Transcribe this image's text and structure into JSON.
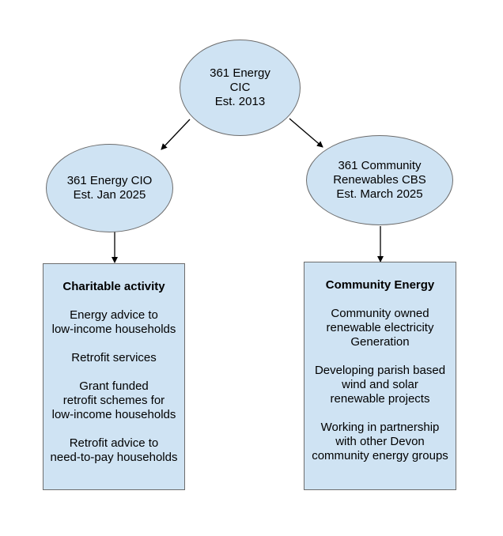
{
  "colors": {
    "node_fill": "#cfe3f3",
    "node_border": "#6d6d6d",
    "arrow": "#000000"
  },
  "root": {
    "lines": [
      "361 Energy",
      "CIC",
      "Est. 2013"
    ]
  },
  "left_child": {
    "lines": [
      "361 Energy CIO",
      "Est. Jan 2025"
    ]
  },
  "right_child": {
    "lines": [
      "361 Community",
      "Renewables CBS",
      "Est. March 2025"
    ]
  },
  "left_box": {
    "title": "Charitable activity",
    "items": [
      [
        "Energy advice to",
        "low-income households"
      ],
      [
        "Retrofit services"
      ],
      [
        "Grant funded",
        "retrofit schemes for",
        "low-income households"
      ],
      [
        "Retrofit advice to",
        "need-to-pay households"
      ]
    ]
  },
  "right_box": {
    "title": "Community Energy",
    "items": [
      [
        "Community owned",
        "renewable electricity",
        "Generation"
      ],
      [
        "Developing parish based",
        "wind and solar",
        "renewable projects"
      ],
      [
        "Working in partnership",
        "with other Devon",
        "community energy groups"
      ]
    ]
  }
}
